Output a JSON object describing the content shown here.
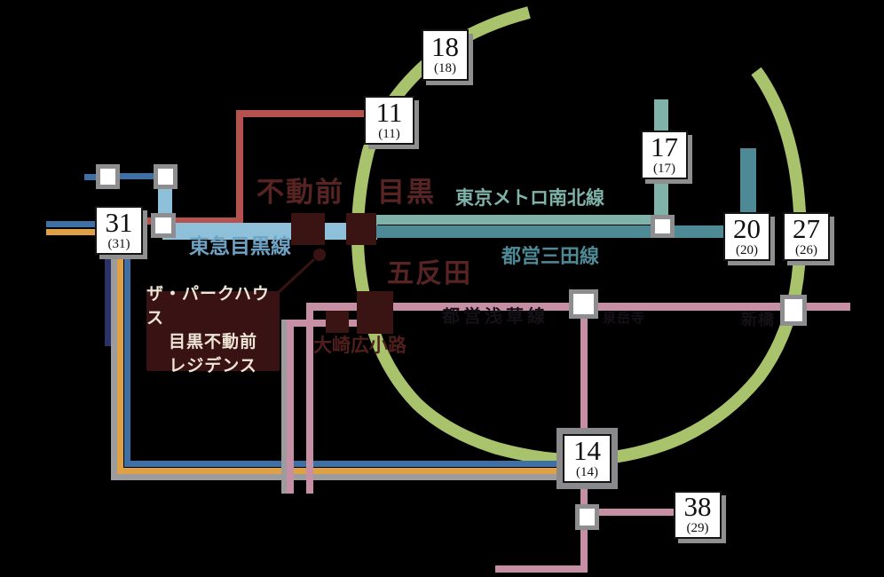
{
  "callout": {
    "line1": "ザ・パークハウス",
    "line2": "目黒不動前",
    "line3": "レジデンス"
  },
  "stations": {
    "fudomae": "不動前",
    "meguro": "目黒",
    "gotanda": "五反田",
    "osaki_hirokoji": "大崎広小路",
    "sengakuji": "泉岳寺",
    "shimbashi": "新橋"
  },
  "lines": {
    "tokyu_meguro": "東急目黒線",
    "namboku": "東京メトロ南北線",
    "mita": "都営三田線",
    "asakusa": "都営浅草線"
  },
  "time_boxes": [
    {
      "min": "18",
      "alt": "(18)"
    },
    {
      "min": "11",
      "alt": "(11)"
    },
    {
      "min": "17",
      "alt": "(17)"
    },
    {
      "min": "31",
      "alt": "(31)"
    },
    {
      "min": "20",
      "alt": "(20)"
    },
    {
      "min": "27",
      "alt": "(26)"
    },
    {
      "min": "14",
      "alt": "(14)"
    },
    {
      "min": "38",
      "alt": "(29)"
    }
  ],
  "colors": {
    "yamanote_green": "#A9C36C",
    "toyoko_red": "#B5514E",
    "meguro_lightblue": "#8FC0DA",
    "jr_blue": "#3E6FA5",
    "jr_orange": "#E0A146",
    "jr_gray": "#9C9C9E",
    "navy": "#2C3166",
    "namboku_teal": "#7FB3AA",
    "mita_teal": "#4E8A96",
    "keikyu_pink": "#C78FA3",
    "station_maroon": "#3A1313",
    "text_maroon": "#572423",
    "callout_bg": "#391314",
    "callout_text": "#EFE5D6",
    "background": "#000000"
  }
}
